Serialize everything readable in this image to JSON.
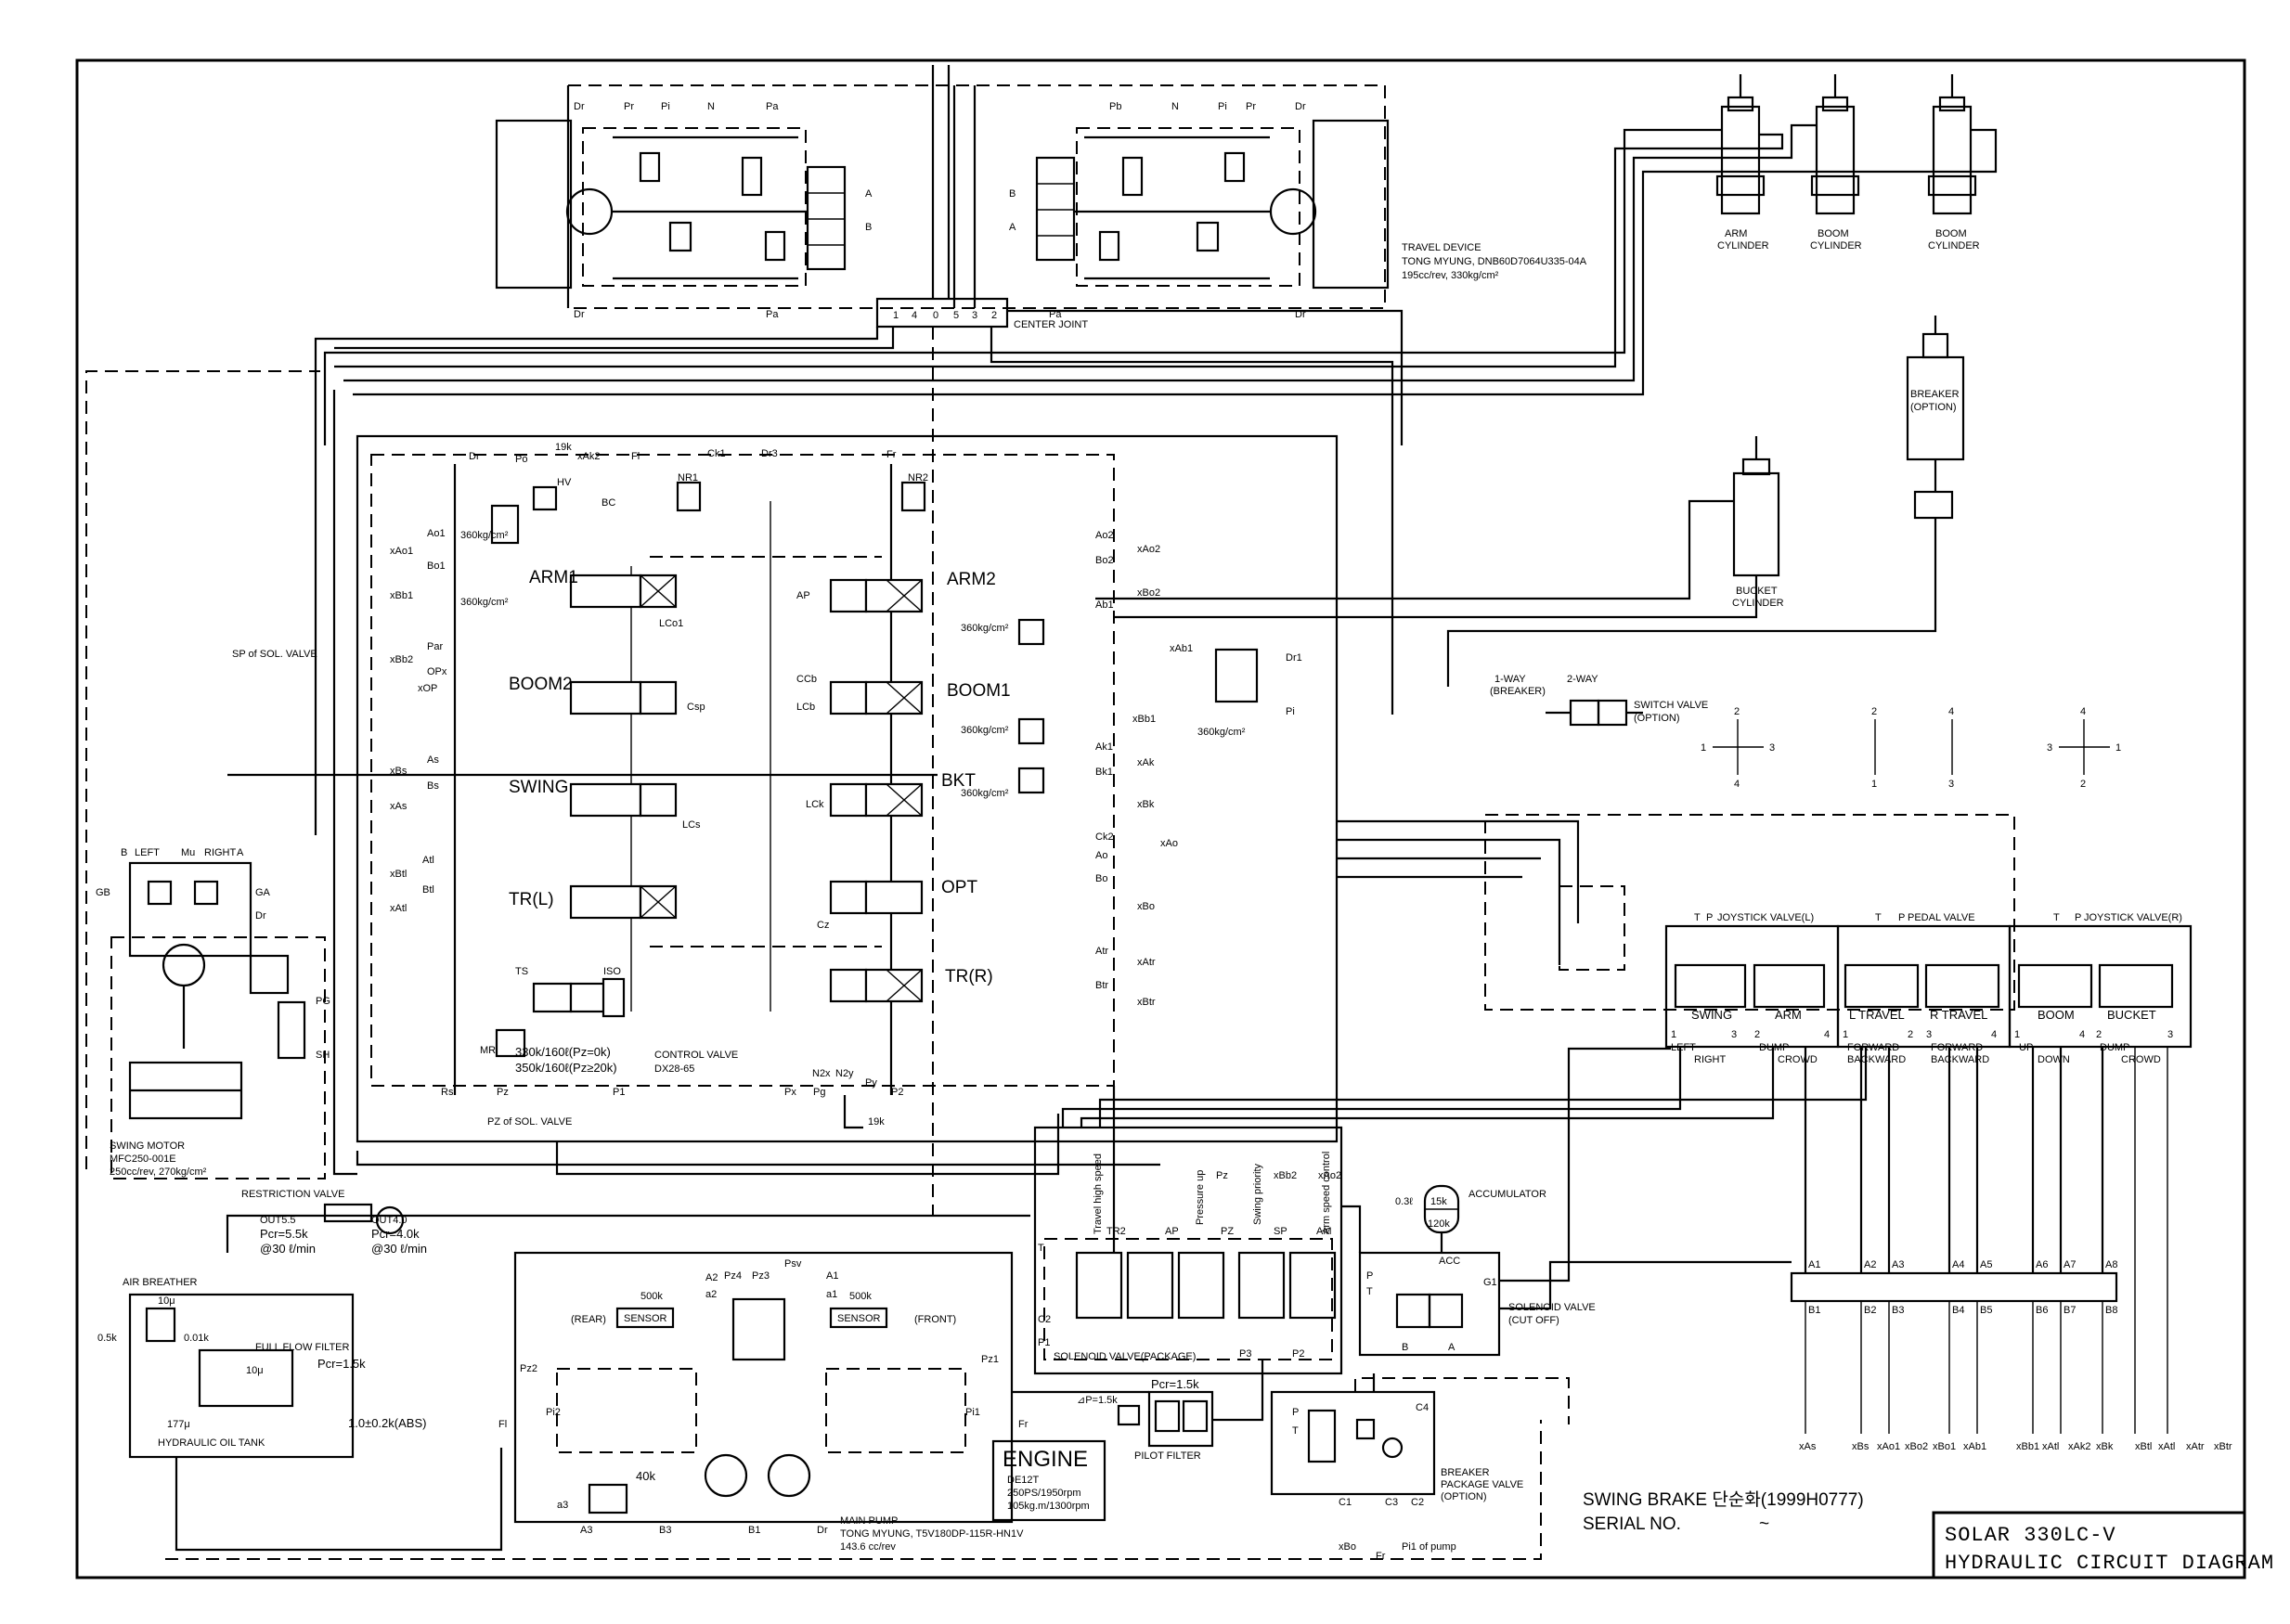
{
  "title_block": {
    "line1": "SOLAR 330LC-V",
    "line2": "HYDRAULIC CIRCUIT DIAGRAM"
  },
  "notes": {
    "swing_brake": "SWING BRAKE 단순화(1999H0777)",
    "serial": "SERIAL NO.",
    "serial_mark": "~"
  },
  "travel_device": {
    "name": "TRAVEL DEVICE",
    "maker": "TONG MYUNG, DNB60D7064U335-04A",
    "spec": "195cc/rev, 330kg/cm²",
    "left_ports": [
      "Dr",
      "Pr",
      "Pi",
      "N",
      "Pa",
      "A",
      "B",
      "Dr",
      "Pa"
    ],
    "right_ports": [
      "Pb",
      "N",
      "Pi",
      "Pr",
      "Dr",
      "B",
      "A",
      "Pa",
      "Dr"
    ]
  },
  "center_joint": {
    "name": "CENTER JOINT",
    "ports": [
      "1",
      "4",
      "0",
      "5",
      "3",
      "2"
    ]
  },
  "cylinders": {
    "arm": [
      "ARM",
      "CYLINDER"
    ],
    "boom1": [
      "BOOM",
      "CYLINDER"
    ],
    "boom2": [
      "BOOM",
      "CYLINDER"
    ],
    "breaker": [
      "BREAKER",
      "(OPTION)"
    ],
    "bucket": [
      "BUCKET",
      "CYLINDER"
    ]
  },
  "control_valve": {
    "name": "CONTROL VALVE",
    "model": "DX28-65",
    "spools_left": [
      "ARM1",
      "BOOM2",
      "SWING",
      "TR(L)"
    ],
    "spools_right": [
      "ARM2",
      "BOOM1",
      "BKT",
      "OPT",
      "TR(R)"
    ],
    "port_labels_left": [
      "Ao1",
      "xAo1",
      "Bo1",
      "xBb1",
      "Par",
      "xBb2",
      "OPx",
      "xOP",
      "As",
      "xBs",
      "Bs",
      "xAs",
      "Atl",
      "xBtl",
      "Btl",
      "xAtl",
      "Rs",
      "Pz",
      "P1"
    ],
    "port_labels_right": [
      "Ao2",
      "xAo2",
      "Bo2",
      "Ab1",
      "xBo2",
      "xAb1",
      "xBb1",
      "Ak1",
      "xAk",
      "Bk1",
      "xBk",
      "Ck2",
      "Ao",
      "xAo",
      "Bo",
      "xBo",
      "Atr",
      "xAtr",
      "Btr",
      "xBtr",
      "P2"
    ],
    "internal_labels": [
      "Dr",
      "Po",
      "xAk2",
      "Fl",
      "Ck1",
      "Dr3",
      "Fr",
      "NR1",
      "NR2",
      "BC",
      "HV",
      "LCo1",
      "AP",
      "CCb",
      "LCb",
      "Csp",
      "LCk",
      "LCs",
      "Cz",
      "TS",
      "ISO",
      "MR",
      "Px",
      "Pg",
      "N2x",
      "N2y",
      "Py",
      "Dr1",
      "Pi"
    ],
    "relief_settings": [
      "360kg/cm²",
      "360kg/cm²",
      "360kg/cm²",
      "360kg/cm²",
      "360kg/cm²",
      "360kg/cm²",
      "19k",
      "19k"
    ],
    "main_relief": [
      "330k/160ℓ(Pz=0k)",
      "350k/160ℓ(Pz≥20k)"
    ],
    "sp_label": "SP of SOL. VALVE",
    "pz_label": "PZ of SOL. VALVE"
  },
  "swing_motor": {
    "name": "SWING MOTOR",
    "model": "MFC250-001E",
    "spec": "250cc/rev, 270kg/cm²",
    "labels": [
      "B",
      "LEFT",
      "Mu",
      "RIGHT",
      "A",
      "GB",
      "GA",
      "Dr",
      "PG",
      "SH"
    ]
  },
  "switch_valve": {
    "name": "SWITCH VALVE",
    "option": "(OPTION)",
    "one_way": "1-WAY",
    "breaker": "(BREAKER)",
    "two_way": "2-WAY"
  },
  "joystick_patterns": [
    {
      "top": "2",
      "left": "1",
      "right": "3",
      "bottom": "4"
    },
    {
      "top": "2",
      "bottom": "1"
    },
    {
      "top": "4",
      "bottom": "3"
    },
    {
      "top": "4",
      "left": "3",
      "right": "1",
      "bottom": "2"
    }
  ],
  "pilot_valves": {
    "joystick_l": "JOYSTICK VALVE(L)",
    "pedal": "PEDAL VALVE",
    "joystick_r": "JOYSTICK VALVE(R)",
    "t_p": [
      "T",
      "P",
      "T",
      "P",
      "T",
      "P"
    ],
    "sections": [
      "SWING",
      "ARM",
      "L TRAVEL",
      "R TRAVEL",
      "BOOM",
      "BUCKET"
    ],
    "section_numbers": [
      "1",
      "3",
      "2",
      "4",
      "1",
      "2",
      "3",
      "4",
      "1",
      "4",
      "2",
      "3"
    ],
    "functions": [
      "LEFT",
      "RIGHT",
      "DUMP",
      "CROWD",
      "FORWARD",
      "BACKWARD",
      "FORWARD",
      "BACKWARD",
      "UP",
      "DOWN",
      "DUMP",
      "CROWD"
    ]
  },
  "shuttle_block": {
    "top": [
      "A1",
      "A2",
      "A3",
      "A4",
      "A5",
      "A6",
      "A7",
      "A8"
    ],
    "bottom": [
      "B1",
      "B2",
      "B3",
      "B4",
      "B5",
      "B6",
      "B7",
      "B8"
    ],
    "outputs": [
      "xAs",
      "xBs",
      "xAo1",
      "xBo2",
      "xBo1",
      "xAb1",
      "xBb1",
      "xAtl",
      "xAk2",
      "xBk",
      "xBtl",
      "xAtl",
      "xAtr",
      "xBtr"
    ]
  },
  "solenoid_package": {
    "name": "SOLENOID VALVE(PACKAGE)",
    "functions": [
      "Travel high speed",
      "Pressure up",
      "Swing priority",
      "Arm speed control"
    ],
    "ports": [
      "T",
      "TR2",
      "AP",
      "Pz",
      "PZ",
      "xBb2",
      "SP",
      "xAo2",
      "AM",
      "C2",
      "P1",
      "P3",
      "P2"
    ]
  },
  "cut_off_valve": {
    "name": "SOLENOID VALVE",
    "sub": "(CUT OFF)",
    "ports": [
      "P",
      "T",
      "G1",
      "B",
      "A",
      "ACC"
    ]
  },
  "accumulator": {
    "name": "ACCUMULATOR",
    "volume": "0.3ℓ",
    "pressures": [
      "15k",
      "120k"
    ]
  },
  "restriction_valve": {
    "name": "RESTRICTION VALVE",
    "out_left": [
      "OUT5.5",
      "Pcr=5.5k",
      "@30 ℓ/min"
    ],
    "out_right": [
      "OUT4.0",
      "Pcr=4.0k",
      "@30 ℓ/min"
    ]
  },
  "tank": {
    "air_breather": "AIR BREATHER",
    "breather_values": [
      "10μ",
      "0.5k",
      "0.01k"
    ],
    "full_flow_filter": "FULL FLOW FILTER",
    "pcr": "Pcr=1.5k",
    "mesh": "10μ",
    "strainer": "177μ",
    "name": "HYDRAULIC OIL TANK",
    "pressure": "1.0±0.2k(ABS)"
  },
  "main_pump": {
    "name": "MAIN PUMP",
    "maker": "TONG MYUNG, T5V180DP-115R-HN1V",
    "spec": "143.6 cc/rev",
    "labels": [
      "(REAR)",
      "(FRONT)",
      "500k",
      "500k",
      "SENSOR",
      "SENSOR",
      "Pz4",
      "Pz3",
      "Psv",
      "A2",
      "a2",
      "A1",
      "a1",
      "Pz2",
      "Pz1",
      "Pi2",
      "Pi1",
      "Fl",
      "Fr",
      "40k",
      "a3",
      "A3",
      "B3",
      "B1",
      "Dr"
    ]
  },
  "engine": {
    "name": "ENGINE",
    "model": "DE12T",
    "power": "250PS/1950rpm",
    "torque": "105kg.m/1300rpm"
  },
  "pilot_filter": {
    "name": "PILOT FILTER",
    "pcr": "Pcr=1.5k",
    "dp": "⊿P=1.5k"
  },
  "breaker_package": {
    "name": "BREAKER",
    "name2": "PACKAGE VALVE",
    "option": "(OPTION)",
    "ports": [
      "P",
      "T",
      "C4",
      "C1",
      "C3",
      "C2"
    ],
    "bottom": [
      "xBo",
      "Fr",
      "Pi1 of pump"
    ]
  }
}
